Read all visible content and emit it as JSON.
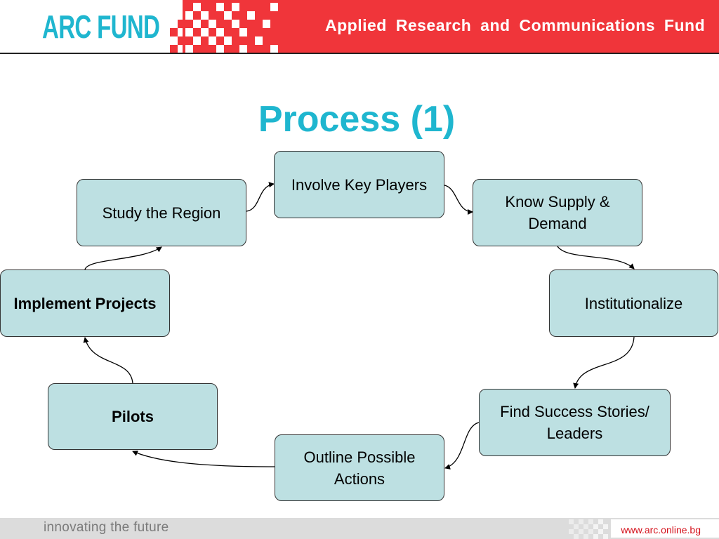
{
  "header": {
    "brand": "ARC FUND",
    "tagline": "Applied Research and Communications Fund"
  },
  "title": "Process (1)",
  "steps": [
    {
      "label": "Involve Key Players",
      "bold": false
    },
    {
      "label": "Know Supply &\nDemand",
      "bold": false
    },
    {
      "label": "Institutionalize",
      "bold": false
    },
    {
      "label": "Find Success Stories/\nLeaders",
      "bold": false
    },
    {
      "label": "Outline Possible\nActions",
      "bold": false
    },
    {
      "label": "Pilots",
      "bold": true
    },
    {
      "label": "Implement Projects",
      "bold": true
    },
    {
      "label": "Study the Region",
      "bold": false
    }
  ],
  "footer": {
    "slogan": "innovating the future",
    "url": "www.arc.online.bg"
  },
  "colors": {
    "brand_blue": "#1fb6cf",
    "header_red": "#f0353a",
    "node_fill": "#bde0e2",
    "url_red": "#d4111b",
    "connector": "#000000"
  },
  "icons": [
    "checker-pattern-decoration",
    "footer-checker-decoration"
  ]
}
